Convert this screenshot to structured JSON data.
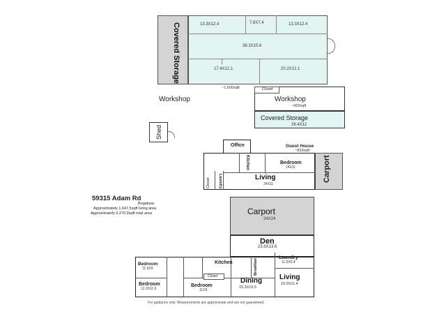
{
  "workshop_main": {
    "rooms": [
      "13.3X12.4",
      "7.8X7.4",
      "13.3X12.4",
      "38.3X15.6",
      "17.4X12.1",
      "20.2X12.1"
    ],
    "side_label": "Covered Storage",
    "area": "~1,600sqft"
  },
  "workshop_title": "Workshop",
  "workshop_small": {
    "closet": "Closet",
    "title": "Workshop",
    "area": "~422sqft",
    "storage_label": "Covered Storage",
    "storage_dim": "26.4X12"
  },
  "shed": {
    "label": "Shed"
  },
  "guest_house": {
    "title": "Guest House",
    "area": "~833sqft",
    "office": "Office",
    "kitchen": "Kitchen",
    "bedroom": "Bedroom",
    "bedroom_dim": "14X11",
    "living": "Living",
    "living_dim": "24X11",
    "closet": "Closet",
    "laundry": "Laundry",
    "carport": "Carport"
  },
  "address": {
    "street": "59315 Adam Rd",
    "city": "Bogalusa",
    "living_area": "Approximately 1,647.5sqft living area",
    "total_area": "Approximately 6,270.9sqft total area"
  },
  "main_house": {
    "carport": "Carport",
    "carport_dim": "24X24",
    "den": "Den",
    "den_dim": "23.6X13.6",
    "laundry": "Laundry",
    "laundry_dim": "11.5X5.4",
    "kitchen": "Kitchen",
    "bedroom1": "Bedroom",
    "bedroom1_dim": "11.6X9",
    "bedroom2": "Bedroom",
    "bedroom2_dim": "12.2X11.6",
    "bedroom3": "Bedroom",
    "bedroom3_dim": "11X9",
    "closet": "Closet",
    "breakfast": "Breakfast",
    "dining": "Dining",
    "dining_dim": "15.3X15.5",
    "living": "Living",
    "living_dim": "19.9X11.4"
  },
  "footer": {
    "disclaimer": "For guidance only. Measurements are approximate and are not guaranteed."
  }
}
